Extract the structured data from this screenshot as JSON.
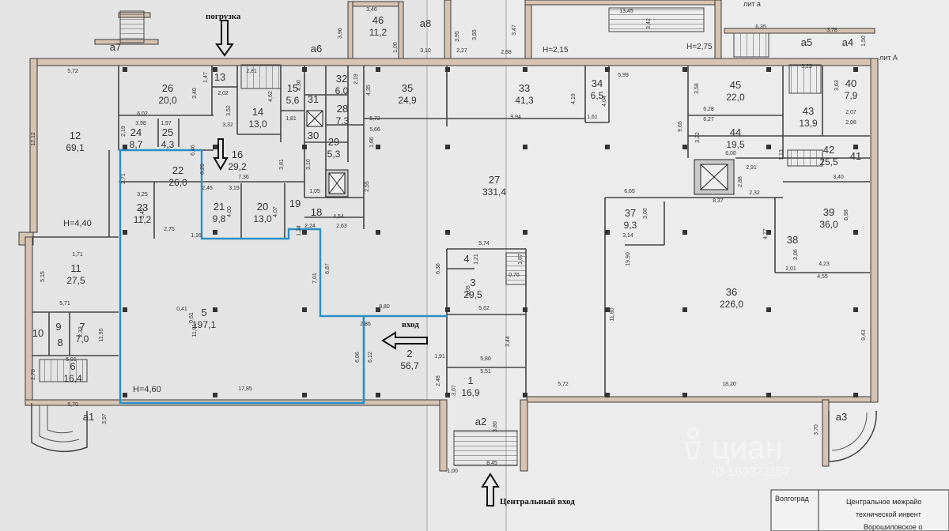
{
  "labels": {
    "loading": "погрузка",
    "entrance": "вход",
    "main_entrance": "Центральный вход",
    "lit_a_top": "лит а",
    "lit_A": "лит А"
  },
  "heights": {
    "h_4_40": "H=4,40",
    "h_4_60": "H=4,60",
    "h_2_15": "H=2,15",
    "h_2_75": "H=2,75"
  },
  "rooms": [
    {
      "n": "1",
      "a": "16,9"
    },
    {
      "n": "2",
      "a": "56,7"
    },
    {
      "n": "3",
      "a": "29,5"
    },
    {
      "n": "4",
      "a": ""
    },
    {
      "n": "5",
      "a": "197,1"
    },
    {
      "n": "6",
      "a": "16,4"
    },
    {
      "n": "7",
      "a": "7,0"
    },
    {
      "n": "8",
      "a": ""
    },
    {
      "n": "9",
      "a": ""
    },
    {
      "n": "10",
      "a": ""
    },
    {
      "n": "11",
      "a": "27,5"
    },
    {
      "n": "12",
      "a": "69,1"
    },
    {
      "n": "13",
      "a": ""
    },
    {
      "n": "14",
      "a": "13,0"
    },
    {
      "n": "15",
      "a": "5,6"
    },
    {
      "n": "16",
      "a": "29,2"
    },
    {
      "n": "18",
      "a": ""
    },
    {
      "n": "19",
      "a": ""
    },
    {
      "n": "20",
      "a": "13,0"
    },
    {
      "n": "21",
      "a": "9,8"
    },
    {
      "n": "22",
      "a": "26,0"
    },
    {
      "n": "23",
      "a": "11,2"
    },
    {
      "n": "24",
      "a": "8,7"
    },
    {
      "n": "25",
      "a": "4,3"
    },
    {
      "n": "26",
      "a": "20,0"
    },
    {
      "n": "27",
      "a": "331,4"
    },
    {
      "n": "28",
      "a": "7,3"
    },
    {
      "n": "29",
      "a": "5,3"
    },
    {
      "n": "30",
      "a": ""
    },
    {
      "n": "31",
      "a": ""
    },
    {
      "n": "32",
      "a": "6,0"
    },
    {
      "n": "33",
      "a": "41,3"
    },
    {
      "n": "34",
      "a": "6,5"
    },
    {
      "n": "35",
      "a": "24,9"
    },
    {
      "n": "36",
      "a": "226,0"
    },
    {
      "n": "37",
      "a": "9,3"
    },
    {
      "n": "38",
      "a": ""
    },
    {
      "n": "39",
      "a": "36,0"
    },
    {
      "n": "40",
      "a": "7,9"
    },
    {
      "n": "41",
      "a": ""
    },
    {
      "n": "42",
      "a": "25,5"
    },
    {
      "n": "43",
      "a": "13,9"
    },
    {
      "n": "44",
      "a": "19,5"
    },
    {
      "n": "45",
      "a": "22,0"
    },
    {
      "n": "46",
      "a": "11,2"
    },
    {
      "n": "а1",
      "a": ""
    },
    {
      "n": "а2",
      "a": ""
    },
    {
      "n": "а3",
      "a": ""
    },
    {
      "n": "а4",
      "a": ""
    },
    {
      "n": "а5",
      "a": ""
    },
    {
      "n": "а6",
      "a": ""
    },
    {
      "n": "а7",
      "a": ""
    },
    {
      "n": "а8",
      "a": ""
    }
  ],
  "dims": [
    "5,72",
    "12,12",
    "6,02",
    "3,98",
    "1,97",
    "2,19",
    "3,40",
    "1,47",
    "2,02",
    "3,52",
    "2,81",
    "4,62",
    "4,30",
    "1,81",
    "2,19",
    "4,35",
    "5,72",
    "5,66",
    "9,94",
    "5,99",
    "4,19",
    "4,04",
    "1,61",
    "3,58",
    "6,28",
    "6,27",
    "3,22",
    "9,65",
    "3,23",
    "3,63",
    "2,07",
    "2,08",
    "6,00",
    "2,91",
    "2,88",
    "2,32",
    "3,40",
    "6,65",
    "8,37",
    "3,00",
    "3,14",
    "6,98",
    "4,77",
    "2,06",
    "4,23",
    "4,55",
    "2,01",
    "19,90",
    "11,80",
    "9,43",
    "18,20",
    "5,72",
    "17,85",
    "11,95",
    "11,81",
    "0,61",
    "0,41",
    "8,80",
    "2,86",
    "6,06",
    "6,12",
    "7,01",
    "6,87",
    "6,36",
    "5,05",
    "5,62",
    "5,74",
    "1,87",
    "1,21",
    "0,76",
    "5,80",
    "5,51",
    "3,44",
    "3,07",
    "2,48",
    "1,91",
    "3,80",
    "8,45",
    "1,00",
    "3,70",
    "1,50",
    "3,78",
    "6,35",
    "13,45",
    "3,42",
    "3,47",
    "3,55",
    "3,95",
    "3,96",
    "3,46",
    "1,00",
    "3,10",
    "2,27",
    "2,68",
    "5,15",
    "5,71",
    "1,71",
    "2,33",
    "2,78",
    "5,91",
    "5,70",
    "3,97",
    "3,25",
    "3,45",
    "2,75",
    "2,71",
    "2,46",
    "3,19",
    "4,00",
    "4,07",
    "6,29",
    "6,46",
    "7,36",
    "3,81",
    "3,10",
    "1,05",
    "2,55",
    "1,66",
    "1,24",
    "2,24",
    "2,63",
    "4,54",
    "1,16",
    "1,13",
    "3,32"
  ],
  "stamp": {
    "city": "Волгоград",
    "org_line1": "Центральное межрайо",
    "org_line2": "технической инвент",
    "org_line3": "Ворошиловское о"
  },
  "watermark": {
    "brand": "циан",
    "id": "ID 169371157"
  },
  "colors": {
    "paper": "#efefef",
    "wall": "#d6c3b2",
    "wall_stroke": "#3a3a3a",
    "highlight": "#2a8fc4",
    "line": "#444"
  }
}
